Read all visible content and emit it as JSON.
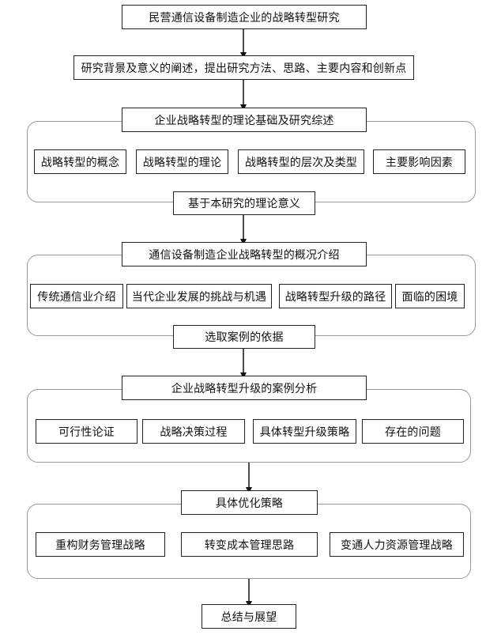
{
  "title": "民营通信设备制造企业的战略转型研究",
  "step1": "研究背景及意义的阐述，提出研究方法、思路、主要内容和创新点",
  "section1": {
    "header": "企业战略转型的理论基础及研究综述",
    "items": [
      "战略转型的概念",
      "战略转型的理论",
      "战略转型的层次及类型",
      "主要影响因素"
    ],
    "footer": "基于本研究的理论意义"
  },
  "section2": {
    "header": "通信设备制造企业战略转型的概况介绍",
    "items": [
      "传统通信业介绍",
      "当代企业发展的挑战与机遇",
      "战略转型升级的路径",
      "面临的困境"
    ],
    "footer": "选取案例的依据"
  },
  "section3": {
    "header": "企业战略转型升级的案例分析",
    "items": [
      "可行性论证",
      "战略决策过程",
      "具体转型升级策略",
      "存在的问题"
    ]
  },
  "section4": {
    "header": "具体优化策略",
    "items": [
      "重构财务管理战略",
      "转变成本管理思路",
      "变通人力资源管理战略"
    ]
  },
  "conclusion": "总结与展望"
}
